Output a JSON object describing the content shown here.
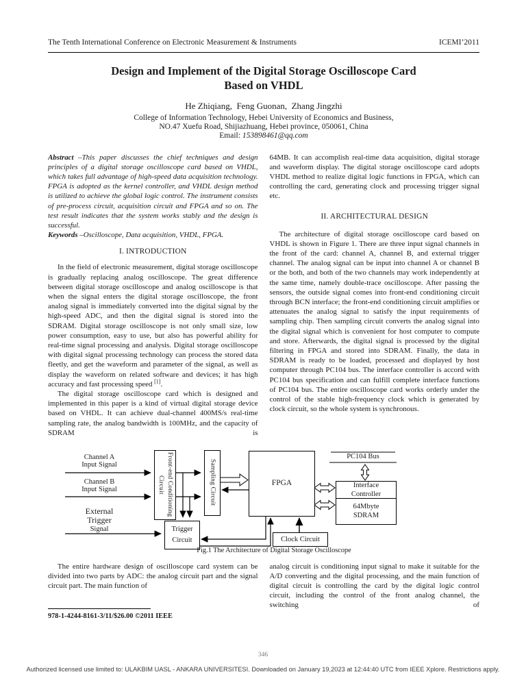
{
  "header": {
    "conference": "The Tenth International Conference on Electronic Measurement & Instruments",
    "right": "ICEMI’2011"
  },
  "title": {
    "line1": "Design and Implement of the Digital Storage Oscilloscope Card",
    "line2": "Based on VHDL"
  },
  "authors": "He Zhiqiang,  Feng Guonan,  Zhang Jingzhi",
  "affiliation": {
    "line1": "College of Information Technology, Hebei University of Economics and Business,",
    "line2": "NO.47 Xuefu Road, Shijiazhuang, Hebei province, 050061, China",
    "email_label": "Email: ",
    "email": "153898461@qq.com"
  },
  "abstract": {
    "label": "Abstract ",
    "text": "–This paper discusses the chief techniques and design principles of a digital storage oscilloscope card based on VHDL, which takes full advantage of high-speed data acquisition technology. FPGA is adopted as the kernel controller, and VHDL design method is utilized to achieve the global logic control. The instrument consists of pre-process circuit, acquisition circuit and FPGA and so on. The test result indicates that the system works stably and the design is successful."
  },
  "keywords": {
    "label": "Keywords ",
    "text": "–Oscilloscope, Data acquisition, VHDL, FPGA."
  },
  "sections": {
    "intro_heading": "I.  INTRODUCTION",
    "intro_p1_pre": "In the field of electronic measurement, digital storage oscilloscope is gradually replacing analog oscilloscope. The great difference between digital storage oscilloscope and analog oscilloscope is that when the signal enters the digital storage oscilloscope, the front analog signal is immediately converted into the digital signal by the high-speed ADC, and then the digital signal is stored into the SDRAM. Digital storage oscilloscope is not only small size, low power consumption, easy to use, but also has powerful ability for real-time signal processing and analysis. Digital storage oscilloscope with digital signal processing technology can process the stored data fleetly, and get the waveform and parameter of the signal, as well as display the waveform on related software and devices; it has high accuracy and fast processing speed ",
    "intro_p1_sup": "[1]",
    "intro_p1_post": ".",
    "intro_p2": "The digital storage oscilloscope card which is designed and implemented in this paper is a kind of virtual digital storage device based on VHDL. It can achieve dual-channel 400MS/s real-time sampling rate, the analog bandwidth is 100MHz, and the capacity of SDRAM is",
    "col2_p1": "64MB. It can accomplish real-time data acquisition, digital storage and waveform display. The digital storage oscilloscope card adopts VHDL method to realize digital logic functions in FPGA, which can controlling the card, generating clock and processing trigger signal etc.",
    "arch_heading": "II. ARCHITECTURAL DESIGN",
    "arch_p1": "The architecture of digital storage oscilloscope card based on VHDL is shown in Figure 1. There are three input signal channels in the front of the card: channel A, channel B, and external trigger channel. The analog signal can be input into channel A or channel B or the both, and both of the two channels may work independently at the same time, namely double-trace oscilloscope. After passing the sensors, the outside signal comes into front-end conditioning circuit through BCN interface; the front-end conditioning circuit amplifies or attenuates the analog signal to satisfy the input requirements of sampling chip. Then sampling circuit converts the analog signal into the digital signal which is convenient for host computer to compute and store. Afterwards, the digital signal is processed by the digital filtering in FPGA and stored into SDRAM. Finally, the data in SDRAM is ready to be loaded, processed and displayed by host computer through PC104 bus. The interface controller is accord with PC104 bus specification and can fulfill complete interface functions of PC104 bus. The entire oscilloscope card works orderly under the control of the stable high-frequency clock which is generated by clock circuit, so the whole system is synchronous.",
    "bottom_left_p": "The entire hardware design of oscilloscope card system can be divided into two parts by ADC: the analog circuit part and the signal circuit part. The main function of",
    "bottom_right_p": "analog circuit is conditioning input signal to make it suitable for the A/D converting and the digital processing, and the main function of digital circuit is controlling the card by the digital logic control circuit, including the control of the front analog channel, the switching of"
  },
  "figure": {
    "caption": "Fig.1 The Architecture of Digital Storage Oscilloscope",
    "channel_a": [
      "Channel A",
      "Input Signal"
    ],
    "channel_b": [
      "Channel B",
      "Input Signal"
    ],
    "external": [
      "External",
      "Trigger",
      "Signal"
    ],
    "frontend": "Front-end Conditioning Circuit",
    "sampling": "Sampling Circuit",
    "fpga": "FPGA",
    "pc104": "PC104 Bus",
    "interface": [
      "Interface",
      "Controller"
    ],
    "sdram": [
      "64Mbyte",
      "SDRAM"
    ],
    "trigger": [
      "Trigger",
      "Circuit"
    ],
    "clock": "Clock Circuit"
  },
  "footer": {
    "copyright": "978-1-4244-8161-3/11/$26.00 ©2011 IEEE",
    "page_number": "346",
    "license": "Authorized licensed use limited to: ULAKBIM UASL - ANKARA UNIVERSITESI. Downloaded on January 19,2023 at 12:44:40 UTC from IEEE Xplore.  Restrictions apply."
  },
  "colors": {
    "ink": "#1b1b1b",
    "page": "#ffffff"
  }
}
